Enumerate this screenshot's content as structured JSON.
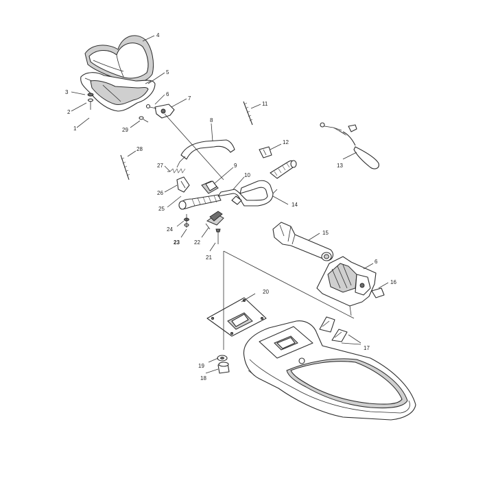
{
  "callouts": {
    "c1": "1",
    "c2": "2",
    "c3": "3",
    "c4": "4",
    "c5": "5",
    "c6a": "6",
    "c6b": "6",
    "c7": "7",
    "c8": "8",
    "c9": "9",
    "c10": "10",
    "c11": "11",
    "c12": "12",
    "c13": "13",
    "c14": "14",
    "c15": "15",
    "c16": "16",
    "c17": "17",
    "c18": "18",
    "c19": "19",
    "c20": "20",
    "c21": "21",
    "c22": "22",
    "c23": "23",
    "c24": "24",
    "c25": "25",
    "c26": "26",
    "c27": "27",
    "c28": "28",
    "c29": "29"
  }
}
